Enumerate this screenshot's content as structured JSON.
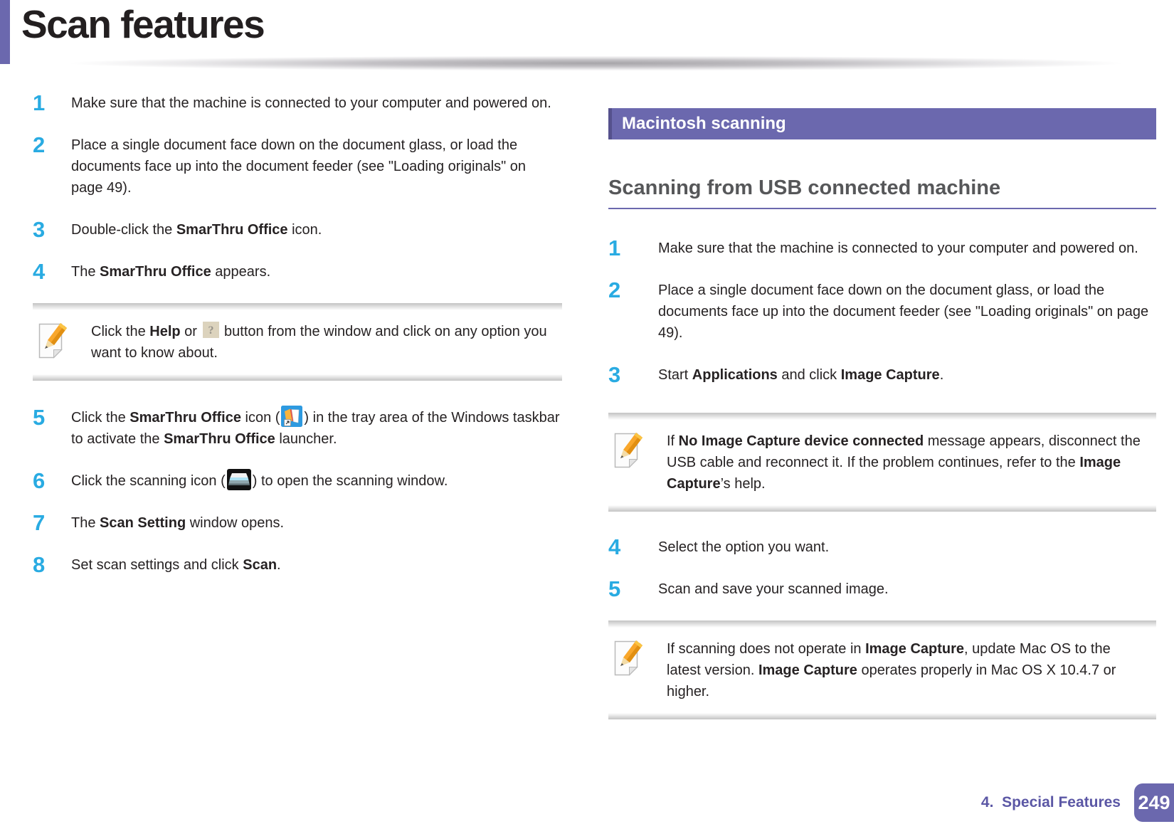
{
  "colors": {
    "accent_purple": "#6B68AE",
    "accent_purple_dark": "#55518D",
    "step_number_cyan": "#29ABE2",
    "body_text": "#262223",
    "subheading_gray": "#565759",
    "footer_purple": "#5B57A5"
  },
  "header": {
    "title": "Scan features"
  },
  "left_column": {
    "steps": [
      {
        "num": "1",
        "segments": [
          {
            "t": "Make sure that the machine is connected to your computer and powered on."
          }
        ]
      },
      {
        "num": "2",
        "segments": [
          {
            "t": "Place a single document face down on the document glass, or load the documents face up into the document feeder (see \"Loading originals\" on page 49)."
          }
        ]
      },
      {
        "num": "3",
        "segments": [
          {
            "t": "Double-click the "
          },
          {
            "t": "SmarThru Office",
            "b": 1
          },
          {
            "t": " icon."
          }
        ]
      },
      {
        "num": "4",
        "segments": [
          {
            "t": "The "
          },
          {
            "t": "SmarThru Office",
            "b": 1
          },
          {
            "t": " appears."
          }
        ]
      },
      {
        "num": "5",
        "segments": [
          {
            "t": "Click the "
          },
          {
            "t": "SmarThru Office",
            "b": 1
          },
          {
            "t": " icon ("
          },
          {
            "icon": "smarthru-tray-icon"
          },
          {
            "t": ") in the tray area of the Windows taskbar to activate the "
          },
          {
            "t": "SmarThru Office",
            "b": 1
          },
          {
            "t": " launcher."
          }
        ]
      },
      {
        "num": "6",
        "segments": [
          {
            "t": "Click the scanning icon ("
          },
          {
            "icon": "scanner-icon"
          },
          {
            "t": ") to open the scanning window."
          }
        ]
      },
      {
        "num": "7",
        "segments": [
          {
            "t": "The "
          },
          {
            "t": "Scan Setting",
            "b": 1
          },
          {
            "t": " window opens."
          }
        ]
      },
      {
        "num": "8",
        "segments": [
          {
            "t": "Set scan settings and click "
          },
          {
            "t": "Scan",
            "b": 1
          },
          {
            "t": "."
          }
        ]
      }
    ],
    "note": {
      "segments": [
        {
          "t": "Click the "
        },
        {
          "t": "Help",
          "b": 1
        },
        {
          "t": " or "
        },
        {
          "icon": "help-button-icon"
        },
        {
          "t": " button from the window and click on any option you want to know about."
        }
      ]
    }
  },
  "right_column": {
    "section_header": "Macintosh scanning",
    "subheading": "Scanning from USB connected machine",
    "steps": [
      {
        "num": "1",
        "segments": [
          {
            "t": "Make sure that the machine is connected to your computer and powered on."
          }
        ]
      },
      {
        "num": "2",
        "segments": [
          {
            "t": "Place a single document face down on the document glass, or load the documents face up into the document feeder (see \"Loading originals\" on page 49)."
          }
        ]
      },
      {
        "num": "3",
        "segments": [
          {
            "t": "Start "
          },
          {
            "t": "Applications",
            "b": 1
          },
          {
            "t": " and click "
          },
          {
            "t": "Image Capture",
            "b": 1
          },
          {
            "t": "."
          }
        ]
      },
      {
        "num": "4",
        "segments": [
          {
            "t": "Select the option you want."
          }
        ]
      },
      {
        "num": "5",
        "segments": [
          {
            "t": "Scan and save your scanned image."
          }
        ]
      }
    ],
    "note1": {
      "segments": [
        {
          "t": "If "
        },
        {
          "t": "No Image Capture device connected",
          "b": 1
        },
        {
          "t": " message appears, disconnect the USB cable and reconnect it. If the problem continues, refer to the "
        },
        {
          "t": "Image Capture",
          "b": 1
        },
        {
          "t": "’s help."
        }
      ]
    },
    "note2": {
      "segments": [
        {
          "t": "If scanning does not operate in "
        },
        {
          "t": "Image Capture",
          "b": 1
        },
        {
          "t": ", update Mac OS to the latest version. "
        },
        {
          "t": "Image Capture",
          "b": 1
        },
        {
          "t": " operates properly in Mac OS X 10.4.7 or higher."
        }
      ]
    }
  },
  "footer": {
    "chapter": "4.  Special Features",
    "page_number": "249"
  }
}
